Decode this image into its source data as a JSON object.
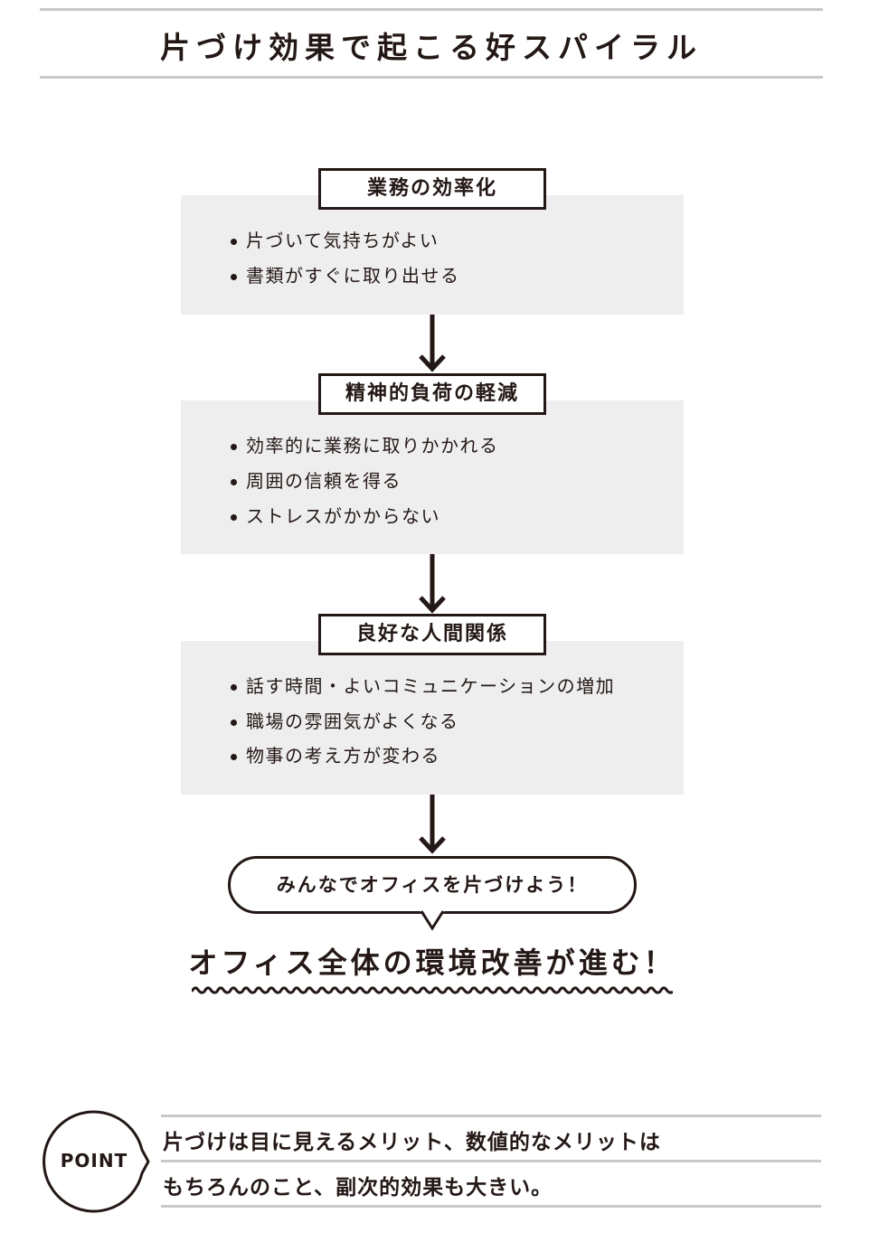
{
  "title": "片づけ効果で起こる好スパイラル",
  "steps": [
    {
      "heading": "業務の効率化",
      "items": [
        "片づいて気持ちがよい",
        "書類がすぐに取り出せる"
      ]
    },
    {
      "heading": "精神的負荷の軽減",
      "items": [
        "効率的に業務に取りかかれる",
        "周囲の信頼を得る",
        "ストレスがかからない"
      ]
    },
    {
      "heading": "良好な人間関係",
      "items": [
        "話す時間・よいコミュニケーションの増加",
        "職場の雰囲気がよくなる",
        "物事の考え方が変わる"
      ]
    }
  ],
  "bubble": "みんなでオフィスを片づけよう！",
  "result": "オフィス全体の環境改善が進む！",
  "point": {
    "label": "POINT",
    "lines": [
      "片づけは目に見えるメリット、数値的なメリットは",
      "もちろんのこと、副次的効果も大きい。"
    ]
  }
}
